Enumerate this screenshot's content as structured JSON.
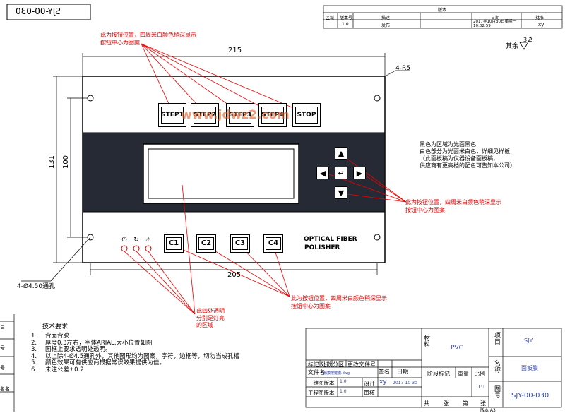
{
  "drawing_number_mirrored": "SJY-00-030",
  "revision_table": {
    "title": "版本",
    "headers": [
      "区域",
      "版本号",
      "描述",
      "日期",
      "批准"
    ],
    "row": [
      "",
      "1.0",
      "发布",
      "2017年10月30日星期一 10:02:59",
      "xy"
    ]
  },
  "roughness_note": "其余",
  "roughness_value": "3.2",
  "annotations": {
    "top_buttons": "此为按钮位置，四周米白颜色稍深显示\n按钮中心为图案",
    "arrow_buttons": "此为按钮位置，四周米白颜色稍深显示\n按钮中心为图案",
    "c_buttons": "此为按钮位置，四周米白颜色稍深显示\n按钮中心为图案",
    "transparent": "此四处透明\n分别是灯亮\n的区域",
    "color_note": "黑色为区域为光面黑色\n白色部分为光面米白色，详细见样板\n（此面板稿为仪器设备面板稿，\n供应商有更高档的配色可告知本公司）",
    "hole_note": "4-Ø4.50通孔",
    "corner_note": "4-R5"
  },
  "dimensions": {
    "width_overall": "215",
    "width_holes": "205",
    "height_overall": "131",
    "height_holes": "100"
  },
  "panel": {
    "top_buttons": [
      "STEP1",
      "STEP2",
      "STEP3",
      "STEP4",
      "STOP"
    ],
    "c_buttons": [
      "C1",
      "C2",
      "C3",
      "C4"
    ],
    "brand_line1": "OPTICAL FIBER",
    "brand_line2": "POLISHER",
    "watermark": "www.jdwz2.com"
  },
  "tech_requirements": {
    "title": "技术要求",
    "items": [
      "背面背胶",
      "厚度0.3左右，字体ARIAL,大小位置如图",
      "图框上要求透明处透明。",
      "以上除4-Ø4.5通孔外，其他图形均为图案，字符，边框等，切勿当成孔槽",
      "颜色效果可有供应商根据常识效果提供为佳。",
      "未注公差±0.2"
    ]
  },
  "title_block": {
    "material_label": "材料",
    "material": "PVC",
    "project_label": "项目",
    "project": "SJY",
    "name_label": "名称",
    "name": "面板膜",
    "drawing_no_label": "图号",
    "drawing_no": "SJY-00-030",
    "scale": "1:1",
    "row_marks": [
      "标记",
      "处数",
      "分区",
      "更改文件号",
      "签名",
      "日期"
    ],
    "file_label": "文件名",
    "file_name": "触摸按键膜.dwg",
    "design_label": "设计",
    "designer": "xy",
    "design_date": "2017-10-30",
    "r3d_label": "三维图版本",
    "r3d_value": "1.0",
    "eng_label": "工程图版本",
    "eng_value": "1.0",
    "review_label": "审核",
    "stage_label": "阶段标记",
    "weight_label": "重量",
    "ratio_label": "比例",
    "sheets_prefix": "共",
    "sheets_mid": "张",
    "sheets_suffix": "第",
    "sheets_end": "张",
    "version_footer": "版本 A3"
  },
  "left_strip": [
    "号",
    "号",
    "号",
    "名名"
  ]
}
